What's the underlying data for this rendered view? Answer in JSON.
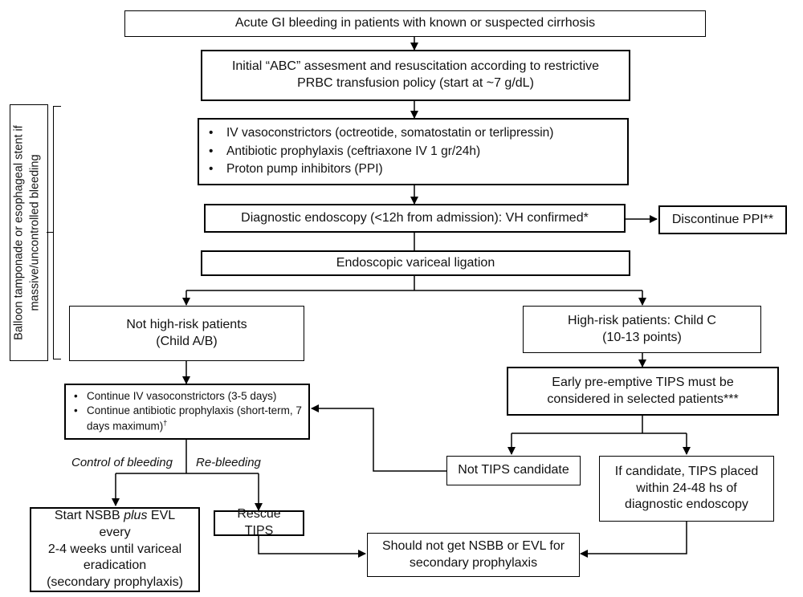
{
  "nodes": {
    "start": "Acute GI bleeding in patients with known or suspected cirrhosis",
    "abc_line1": "Initial “ABC” assesment and resuscitation according to restrictive",
    "abc_line2": "PRBC transfusion policy (start at ~7 g/dL)",
    "initial_therapy": [
      "IV vasoconstrictors (octreotide, somatostatin or terlipressin)",
      "Antibiotic prophylaxis (ceftriaxone IV 1 gr/24h)",
      "Proton pump inhibitors (PPI)"
    ],
    "endoscopy": "Diagnostic endoscopy (<12h from admission): VH confirmed*",
    "discontinue_ppi": "Discontinue PPI**",
    "evl": "Endoscopic variceal ligation",
    "not_high_risk_line1": "Not high-risk patients",
    "not_high_risk_line2": "(Child A/B)",
    "high_risk_line1": "High-risk patients: Child C",
    "high_risk_line2": "(10-13 points)",
    "continue_therapy_1": "Continue IV vasoconstrictors (3-5 days)",
    "continue_therapy_2": "Continue antibiotic prophylaxis (short-term, 7 days maximum)",
    "continue_therapy_dagger": "†",
    "tips_line1": "Early pre-emptive TIPS must be",
    "tips_line2": "considered in selected patients***",
    "not_tips": "Not TIPS candidate",
    "tips_candidate_line1": "If candidate, TIPS placed",
    "tips_candidate_line2": "within 24-48 hs of",
    "tips_candidate_line3": "diagnostic endoscopy",
    "nsbb_start": "Start NSBB",
    "nsbb_plus": "plus",
    "nsbb_rest": "EVL every",
    "nsbb_line2": "2-4 weeks until variceal",
    "nsbb_line3": "eradication",
    "nsbb_line4": "(secondary prophylaxis)",
    "rescue_tips": "Rescue TIPS",
    "no_nsbb_line1": "Should not get NSBB or EVL for",
    "no_nsbb_line2": "secondary prophylaxis"
  },
  "edge_labels": {
    "control": "Control of bleeding",
    "rebleeding": "Re-bleeding"
  },
  "side_note": {
    "line1": "Balloon tamponade or esophageal stent if",
    "line2": "massive/uncontrolled bleeding"
  }
}
